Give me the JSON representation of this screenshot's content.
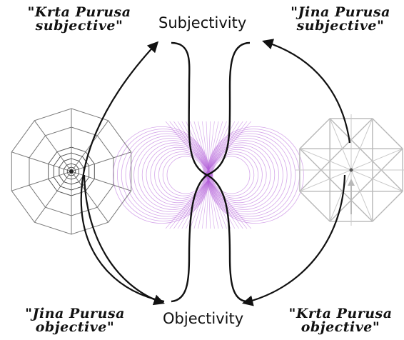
{
  "labels": {
    "top_left": {
      "line1": "\"Krta Purusa",
      "line2": "subjective\""
    },
    "top_right": {
      "line1": "\"Jina Purusa",
      "line2": "subjective\""
    },
    "bottom_left": {
      "line1": "\"Jina Purusa",
      "line2": "objective\""
    },
    "bottom_right": {
      "line1": "\"Krta Purusa",
      "line2": "objective\""
    },
    "top_center": "Subjectivity",
    "bottom_center": "Objectivity"
  },
  "colors": {
    "ink": "#111111",
    "grid_gray": "#7a7a7a",
    "light_gray": "#b8b8b8",
    "purple": "#b35fd9"
  }
}
